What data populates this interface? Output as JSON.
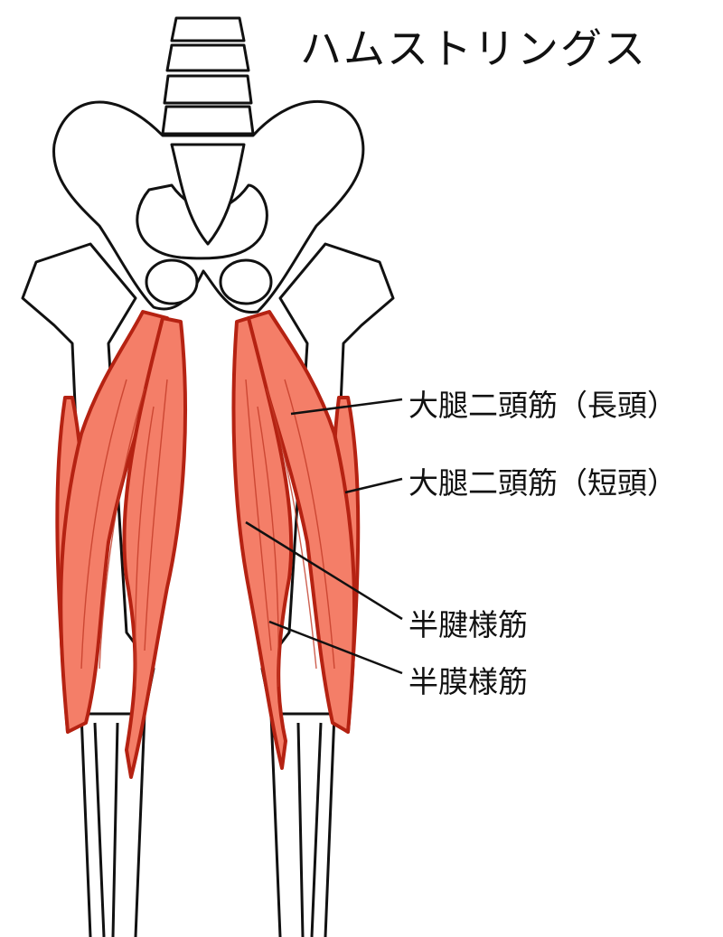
{
  "title": "ハムストリングス",
  "labels": {
    "biceps_long": "大腿二頭筋（長頭）",
    "biceps_short": "大腿二頭筋（短頭）",
    "semitendinosus": "半腱様筋",
    "semimembranosus": "半膜様筋"
  },
  "colors": {
    "muscle_fill": "#f47e68",
    "muscle_outline": "#b52212",
    "bone_outline": "#111111"
  }
}
